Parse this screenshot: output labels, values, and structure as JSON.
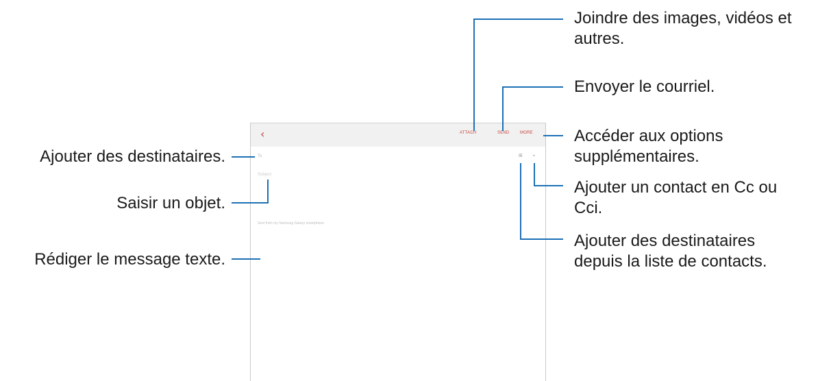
{
  "screen": {
    "toolbar": {
      "back_icon": "‹",
      "attach": "ATTACH",
      "send": "SEND",
      "more": "MORE"
    },
    "to_placeholder": "To",
    "subject_placeholder": "Subject",
    "body_text": "Sent from my Samsung Galaxy smartphone",
    "contacts_icon": "⊞",
    "expand_icon": "⌄",
    "accent_color": "#c4443c"
  },
  "callouts": {
    "attach": [
      "Joindre des images, vidéos et",
      "autres."
    ],
    "send": "Envoyer le courriel.",
    "more": [
      "Accéder aux options",
      "supplémentaires."
    ],
    "cc": [
      "Ajouter un contact en  Cc ou",
      "Cci."
    ],
    "contacts": [
      "Ajouter des destinataires",
      "depuis la liste de contacts."
    ],
    "recipients": "Ajouter des destinataires.",
    "subject": "Saisir un objet.",
    "message": "Rédiger le message texte."
  },
  "leader_color": "#1b6fb5"
}
